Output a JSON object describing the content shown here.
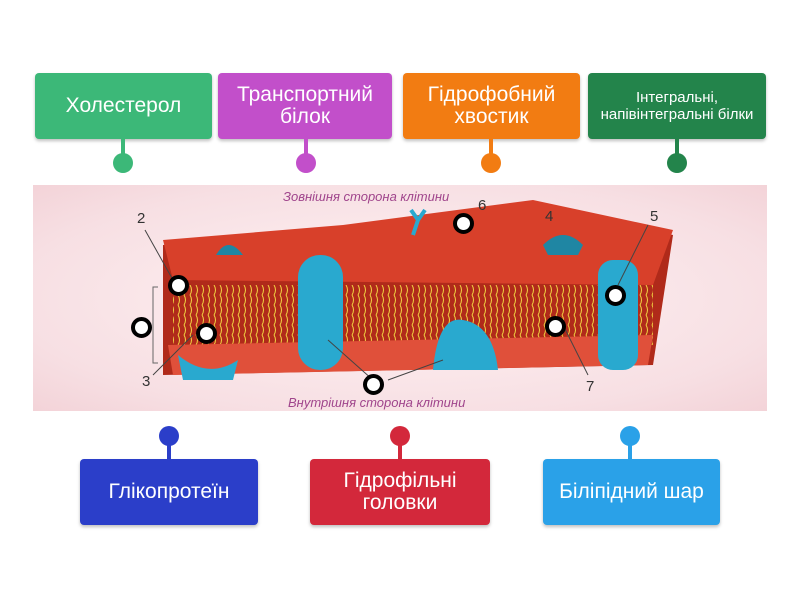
{
  "top_labels": [
    {
      "text": "Холестерол",
      "color": "#3cb878"
    },
    {
      "text": "Транспортний білок",
      "color": "#c24fca"
    },
    {
      "text": "Гідрофобний хвостик",
      "color": "#f27c12"
    },
    {
      "text": "Інтегральні, напівінтегральні білки",
      "color": "#23844b"
    }
  ],
  "bottom_labels": [
    {
      "text": "Глікопротеїн",
      "color": "#2b3ec9"
    },
    {
      "text": "Гідрофільні головки",
      "color": "#d3283b"
    },
    {
      "text": "Біліпідний шар",
      "color": "#2aa1e8"
    }
  ],
  "diagram": {
    "outer_caption": "Зовнішня сторона клітини",
    "inner_caption": "Внутрішня сторона клітини",
    "numbers": [
      "2",
      "3",
      "4",
      "5",
      "6",
      "7"
    ]
  }
}
